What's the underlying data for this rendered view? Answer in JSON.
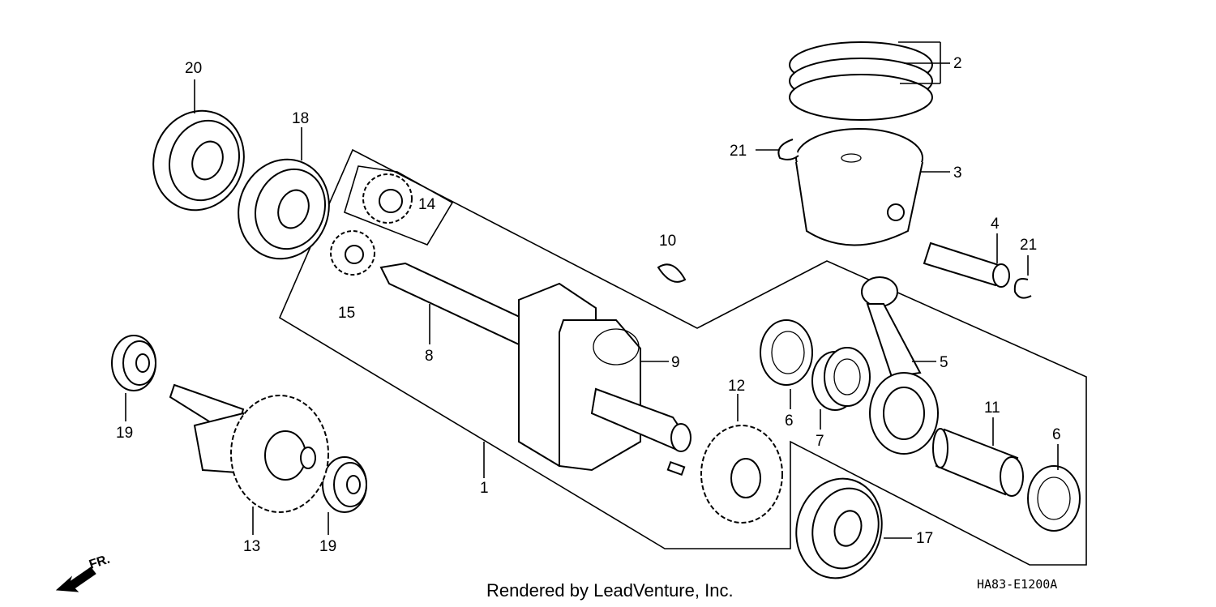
{
  "diagram": {
    "callouts": [
      "20",
      "18",
      "14",
      "15",
      "8",
      "10",
      "9",
      "21",
      "2",
      "3",
      "4",
      "21",
      "5",
      "6",
      "7",
      "12",
      "11",
      "6",
      "17",
      "19",
      "19",
      "13",
      "1"
    ],
    "direction_label": "FR.",
    "credit": "Rendered by LeadVenture, Inc.",
    "diagram_code": "HA83-E1200A"
  }
}
